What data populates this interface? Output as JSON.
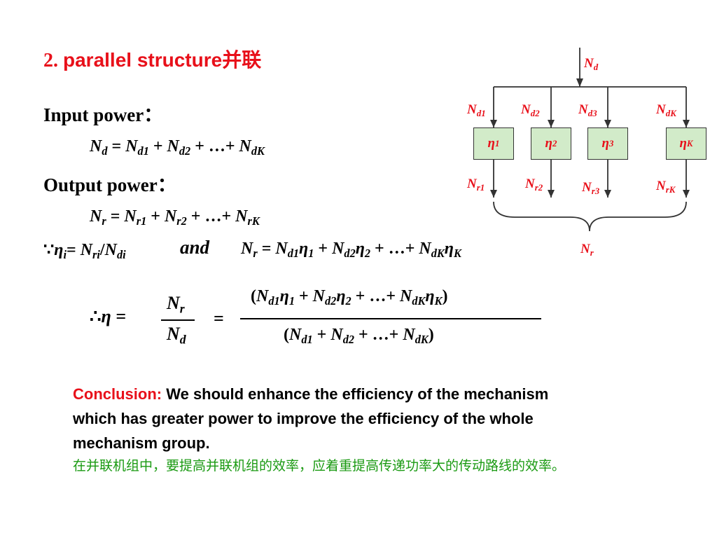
{
  "title": {
    "number": "2.",
    "text": "parallel structure并联"
  },
  "input_power": {
    "heading": "Input power：",
    "formula": "Nd = Nd1 + Nd2 + …+ NdK"
  },
  "output_power": {
    "heading": "Output power：",
    "formula": "Nr = Nr1 + Nr2 + …+ NrK"
  },
  "relation": {
    "because": "∵ηi= Nri/Ndi",
    "and": "and",
    "rhs": "Nr = Nd1η1 + Nd2η2 + …+ NdKηK"
  },
  "efficiency": {
    "therefore": "∴η =",
    "frac1_num": "Nr",
    "frac1_den": "Nd",
    "equals": "=",
    "frac2_num": "(Nd1η1 + Nd2η2 + …+ NdKηK)",
    "frac2_den": "(Nd1 + Nd2 + …+ NdK)"
  },
  "diagram": {
    "input": "Nd",
    "output": "Nr",
    "inputs": [
      "Nd1",
      "Nd2",
      "Nd3",
      "NdK"
    ],
    "boxes": [
      "η1",
      "η2",
      "η3",
      "ηK"
    ],
    "outputs": [
      "Nr1",
      "Nr2",
      "Nr3",
      "NrK"
    ]
  },
  "conclusion": {
    "label": "Conclusion:",
    "text": "We should enhance the efficiency of the mechanism which has greater power to improve the efficiency of the whole mechanism group.",
    "chinese": "在并联机组中，要提高并联机组的效率，应着重提高传递功率大的传动路线的效率。"
  },
  "colors": {
    "red": "#e8101a",
    "green": "#1a9a12",
    "box_fill": "#d2ebc9"
  }
}
